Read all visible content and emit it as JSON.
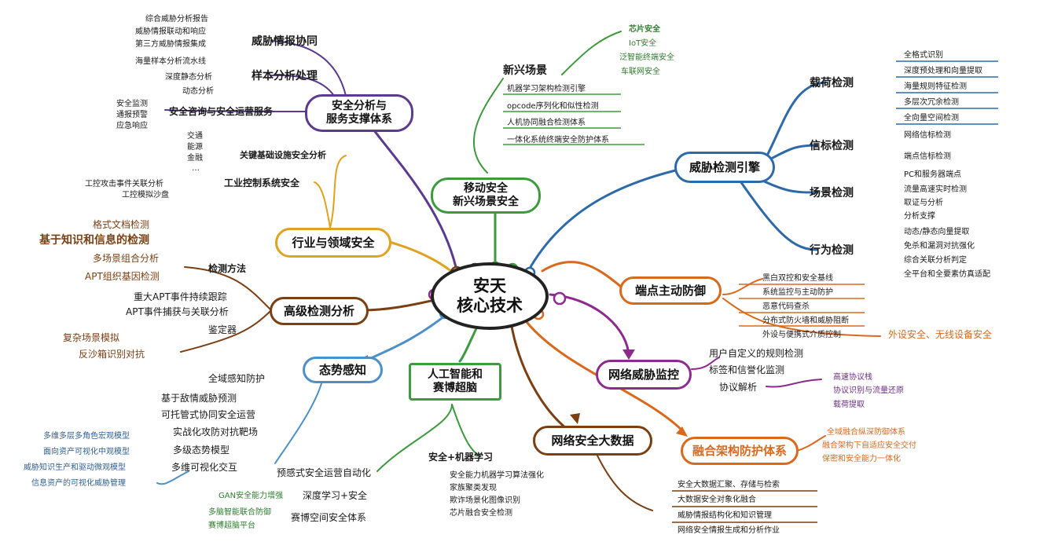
{
  "center": "安天\n核心技术",
  "threat_engine": {
    "title": "威胁检测引擎",
    "payload": {
      "label": "载荷检测",
      "items": [
        "全格式识别",
        "深度预处理和向量提取",
        "海量规则特征检测",
        "多层次冗余检测",
        "全向量空间检测"
      ]
    },
    "beacon": {
      "label": "信标检测",
      "items": [
        "网络信标检测",
        "端点信标检测"
      ]
    },
    "scene": {
      "label": "场景检测",
      "items": [
        "PC和服务器端点",
        "流量高速实时检测",
        "取证与分析",
        "分析支撑"
      ]
    },
    "behavior": {
      "label": "行为检测",
      "items": [
        "动态/静态向量提取",
        "免杀和漏洞对抗强化",
        "综合关联分析判定",
        "全平台和全要素仿真适配"
      ]
    }
  },
  "mobile": {
    "title": "移动安全\n新兴场景安全",
    "new_scene": "新兴场景",
    "new_items": [
      "芯片安全",
      "IoT安全",
      "泛智能终端安全",
      "车联网安全"
    ],
    "items": [
      "机器学习架构检测引擎",
      "opcode序列化和似性检测",
      "人机协同融合检测体系",
      "一体化系统终端安全防护体系"
    ]
  },
  "analysis": {
    "title": "安全分析与\n服务支撑体系",
    "intel": {
      "label": "威胁情报协同",
      "items": [
        "综合威胁分析报告",
        "威胁情报联动和响应",
        "第三方威胁情报集成"
      ]
    },
    "sample": {
      "label": "样本分析处理",
      "items": [
        "海量样本分析流水线",
        "深度静态分析",
        "动态分析"
      ]
    },
    "consult": {
      "label": "安全咨询与安全运营服务",
      "items": [
        "安全监测",
        "通报预警",
        "应急响应"
      ]
    }
  },
  "industry": {
    "title": "行业与领域安全",
    "infra": {
      "label": "关键基础设施安全分析",
      "items": [
        "交通",
        "能源",
        "金融",
        "…"
      ]
    },
    "ics": {
      "label": "工业控制系统安全",
      "items": [
        "工控攻击事件关联分析",
        "工控模拟沙盘"
      ]
    }
  },
  "advanced": {
    "title": "高级检测分析",
    "method": {
      "label": "检测方法",
      "items": [
        "格式文档检测",
        "基于知识和信息的检测",
        "多场景组合分析",
        "APT组织基因检测"
      ]
    },
    "items": [
      "重大APT事件持续跟踪",
      "APT事件捕获与关联分析"
    ],
    "appraiser": {
      "label": "鉴定器",
      "items": [
        "复杂场景模拟",
        "反沙箱识别对抗"
      ]
    }
  },
  "situation": {
    "title": "态势感知",
    "items": [
      "全域感知防护",
      "基于敌情威胁预测",
      "可托管式协同安全运营",
      "实战化攻防对抗靶场"
    ],
    "multi_level": {
      "label": "多级态势模型",
      "items": [
        "多维多层多角色宏观模型",
        "面向资产可视化中观模型",
        "威胁知识生产和驱动微观模型"
      ]
    },
    "multi_dim": {
      "label": "多维可视化交互",
      "items": [
        "信息资产的可视化威胁管理"
      ]
    }
  },
  "ai": {
    "title": "人工智能和\n赛博超脑",
    "predict": "预感式安全运营自动化",
    "deep": {
      "label": "深度学习+安全",
      "items": [
        "GAN安全能力增强"
      ]
    },
    "cyber": {
      "label": "赛博空间安全体系",
      "items": [
        "多脑智能联合防御",
        "赛博超脑平台"
      ]
    },
    "ml": {
      "label": "安全+机器学习",
      "items": [
        "安全能力机器学习算法强化",
        "家族聚类发现",
        "欺诈场景化图像识别",
        "芯片融合安全检测"
      ]
    }
  },
  "endpoint": {
    "title": "端点主动防御",
    "items": [
      "黑白双控和安全基线",
      "系统监控与主动防护",
      "恶意代码查杀",
      "分布式防火墙和威胁阻断",
      "外设与便携式介质控制"
    ],
    "extra": "外设安全、无线设备安全"
  },
  "netmon": {
    "title": "网络威胁监控",
    "items": [
      "用户自定义的规则检测",
      "标签和信誉化监测"
    ],
    "proto": {
      "label": "协议解析",
      "items": [
        "高速协议栈",
        "协议识别与流量还原",
        "载荷提取"
      ]
    }
  },
  "bigdata": {
    "title": "网络安全大数据",
    "items": [
      "安全大数据汇聚、存储与检索",
      "大数据安全对象化融合",
      "威胁情报结构化和知识管理",
      "网络安全情报生成和分析作业"
    ]
  },
  "fusion": {
    "title": "融合架构防护体系",
    "items": [
      "全域融合纵深防御体系",
      "融合架构下自适应安全交付",
      "保密和安全能力一体化"
    ]
  },
  "colors": {
    "blue": "#2f6aa8",
    "purple": "#5b3a8f",
    "gold": "#e0a21f",
    "brown": "#7a3f13",
    "sky": "#4e8fc7",
    "green": "#3f9a3f",
    "orange": "#d9691c",
    "magenta": "#8e2a8e"
  }
}
